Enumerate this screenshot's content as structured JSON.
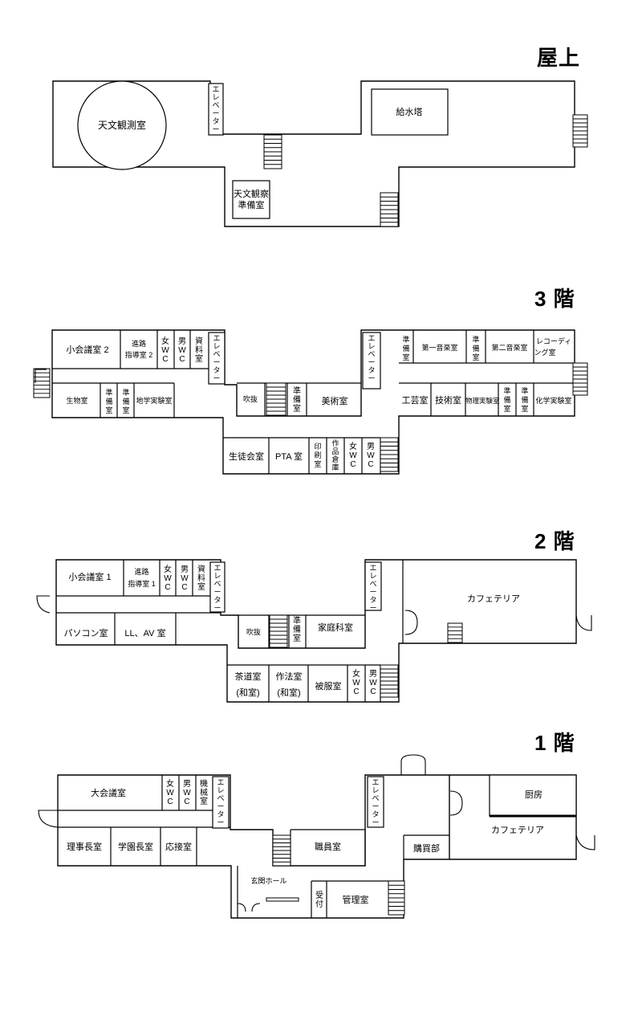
{
  "floors": {
    "roof": {
      "title": "屋上",
      "rooms": {
        "observatory": "天文観測室",
        "elevator": "エレベーター",
        "water_tower": "給水塔",
        "prep_l1": "天文観察",
        "prep_l2": "準備室"
      }
    },
    "f3": {
      "title": "3 階",
      "rooms": {
        "meeting2": "小会議室 2",
        "career_l1": "進路",
        "career_l2": "指導室 2",
        "wc_f": "女WC",
        "wc_m": "男WC",
        "archive": "資料室",
        "elevator": "エレベーター",
        "elevator2": "エレベーター",
        "prep1": "準備室",
        "music1": "第一音楽室",
        "prep2": "準備室",
        "music2": "第二音楽室",
        "recording_l1": "レコーディ",
        "recording_l2": "ング室",
        "biology": "生物室",
        "prep3": "準備室",
        "prep4": "準備室",
        "geo_lab": "地学実験室",
        "atrium": "吹抜",
        "prep5": "準備室",
        "art": "美術室",
        "craft": "工芸室",
        "tech": "技術室",
        "physics": "物理実験室",
        "prep6": "準備室",
        "prep7": "準備室",
        "chem": "化学実験室",
        "council": "生徒会室",
        "pta": "PTA 室",
        "print": "印刷室",
        "storage": "作品倉庫",
        "wc_f2": "女WC",
        "wc_m2": "男WC"
      }
    },
    "f2": {
      "title": "2 階",
      "rooms": {
        "meeting1": "小会議室 1",
        "career_l1": "進路",
        "career_l2": "指導室 1",
        "wc_f": "女WC",
        "wc_m": "男WC",
        "archive": "資料室",
        "elevator": "エレベーター",
        "elevator2": "エレベーター",
        "cafeteria": "カフェテリア",
        "pc": "パソコン室",
        "ll_av": "LL、AV 室",
        "atrium": "吹抜",
        "prep": "準備室",
        "home_ec": "家庭科室",
        "tea_l1": "茶道室",
        "tea_l2": "(和室)",
        "manners_l1": "作法室",
        "manners_l2": "(和室)",
        "clothing": "被服室",
        "wc_f2": "女WC",
        "wc_m2": "男WC"
      }
    },
    "f1": {
      "title": "1 階",
      "rooms": {
        "hall": "大会議室",
        "wc_f": "女WC",
        "wc_m": "男WC",
        "machine": "機械室",
        "elevator": "エレベーター",
        "elevator2": "エレベーター",
        "kitchen": "厨房",
        "cafeteria": "カフェテリア",
        "director": "理事長室",
        "principal": "学園長室",
        "reception_room": "応接室",
        "staff": "職員室",
        "store": "購買部",
        "lobby": "玄関ホール",
        "reception": "受付",
        "admin": "管理室"
      }
    }
  }
}
